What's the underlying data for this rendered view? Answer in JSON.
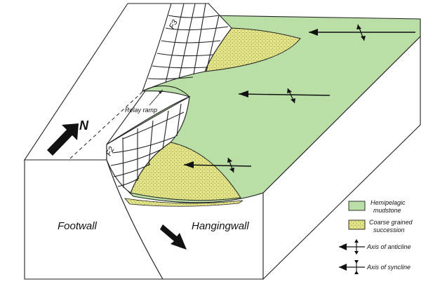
{
  "labels": {
    "north": "N",
    "fault_f3": "F3",
    "fault_f2": "F2",
    "relay_ramp": "Relay ramp",
    "footwall": "Footwall",
    "hangingwall": "Hangingwall"
  },
  "legend": {
    "mudstone_line1": "Hemipelagic",
    "mudstone_line2": "mudstone",
    "coarse_line1": "Coarse grained",
    "coarse_line2": "succession",
    "anticline": "Axis of anticline",
    "syncline": "Axis of syncline"
  },
  "colors": {
    "mudstone": "#b9dea6",
    "coarse": "#e6e58a",
    "coarse_dots": "#6f8a2e",
    "ink": "#222222"
  }
}
